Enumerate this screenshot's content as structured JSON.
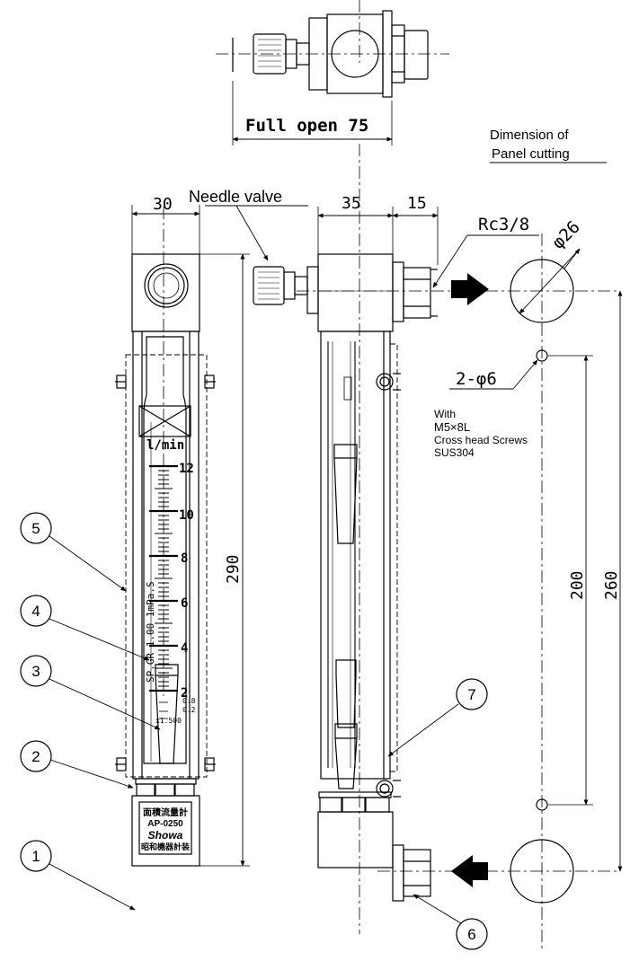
{
  "top_view": {
    "full_open_label": "Full open 75"
  },
  "panel": {
    "title_line1": "Dimension of",
    "title_line2": "Panel cutting",
    "hole_large_label": "φ26",
    "hole_small_label": "2-φ6",
    "screw_note": [
      "With",
      "M5×8L",
      "Cross head Screws",
      "SUS304"
    ]
  },
  "dimensions": {
    "front_width": "30",
    "side_width": "35",
    "port_length": "15",
    "total_height": "290",
    "hole_pitch": "200",
    "port_pitch": "260"
  },
  "labels": {
    "needle_valve": "Needle valve",
    "port_thread": "Rc3/8"
  },
  "scale": {
    "unit": "l/min",
    "ticks": [
      "12",
      "10",
      "8",
      "6",
      "4",
      "2"
    ],
    "spec_text": "SP.GR 1.00 1mPa.S",
    "small_marks": [
      "0.8",
      "0.2",
      "x1.500"
    ]
  },
  "nameplate": {
    "line1": "面積流量計",
    "line2": "AP-0250",
    "line3": "Showa",
    "line4": "昭和機器計装"
  },
  "callouts": [
    "1",
    "2",
    "3",
    "4",
    "5",
    "6",
    "7"
  ]
}
